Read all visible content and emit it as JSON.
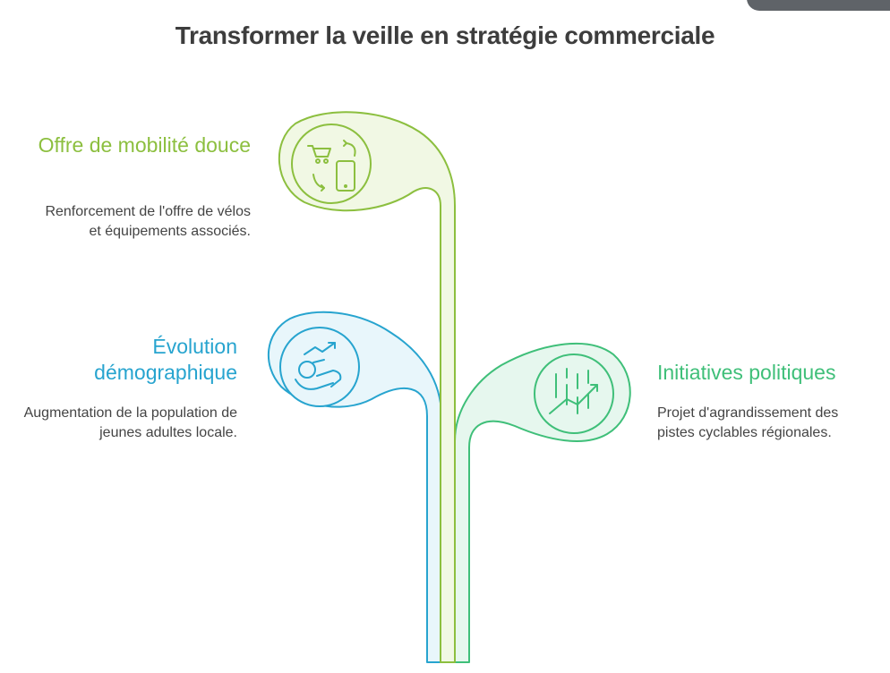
{
  "title": "Transformer la veille en stratégie commerciale",
  "colors": {
    "mobilite": "#8cbf3f",
    "demographie": "#27a4cf",
    "politiques": "#3fbf79",
    "title": "#3d3d3d",
    "text": "#444444"
  },
  "items": [
    {
      "heading": "Offre de mobilité douce",
      "description": "Renforcement de l'offre de vélos et équipements associés.",
      "icons": [
        "shopping-cart-icon",
        "refresh-arrows-icon",
        "smartphone-icon"
      ]
    },
    {
      "heading": "Évolution démographique",
      "description": "Augmentation de la population de jeunes adultes locale.",
      "icons": [
        "trend-up-arrow-icon",
        "young-person-icon"
      ]
    },
    {
      "heading": "Initiatives politiques",
      "description": "Projet d'agrandissement des pistes cyclables régionales.",
      "icons": [
        "growth-chart-icon"
      ]
    }
  ]
}
